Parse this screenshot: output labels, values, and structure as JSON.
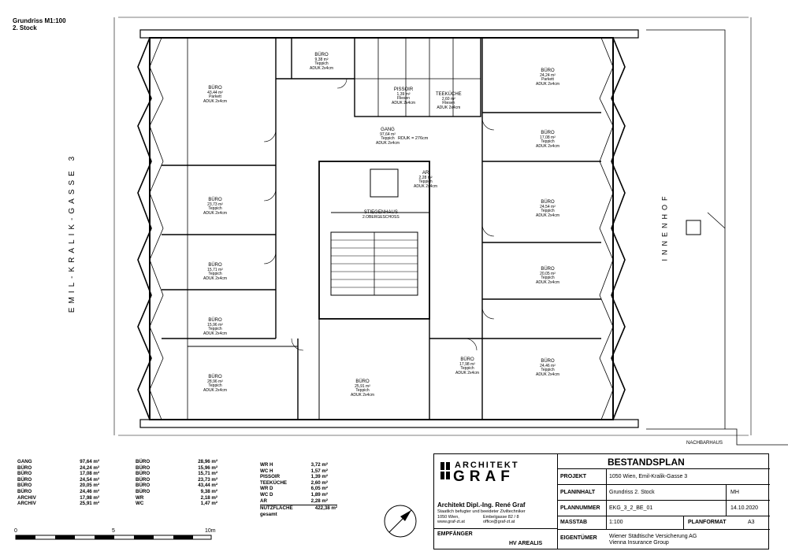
{
  "header": {
    "line1": "Grundriss M1:100",
    "line2": "2. Stock"
  },
  "street_label": "EMIL-KRALIK-GASSE 3",
  "courtyard_label": "INNENHOF",
  "neighbor_label": "NACHBARHAUS",
  "rooms": [
    {
      "name": "BÜRO",
      "area": "43,44 m²",
      "floor": "Parkett",
      "height": "ADUK 2x4cm"
    },
    {
      "name": "BÜRO",
      "area": "23,73 m²",
      "floor": "Teppich",
      "height": "ADUK 2x4cm"
    },
    {
      "name": "BÜRO",
      "area": "15,71 m²",
      "floor": "Teppich",
      "height": "ADUK 2x4cm"
    },
    {
      "name": "BÜRO",
      "area": "15,96 m²",
      "floor": "Teppich",
      "height": "ADUK 2x4cm"
    },
    {
      "name": "BÜRO",
      "area": "28,96 m²",
      "floor": "Teppich",
      "height": "ADUK 2x4cm"
    },
    {
      "name": "BÜRO",
      "area": "9,38 m²",
      "floor": "Teppich",
      "height": "ADUK 2x4cm"
    },
    {
      "name": "GANG",
      "area": "97,64 m²",
      "floor": "Teppich",
      "height": "ADUK 2x4cm"
    },
    {
      "name": "BÜRO",
      "area": "25,91 m²",
      "floor": "Teppich",
      "height": "ADUK 2x4cm"
    },
    {
      "name": "BÜRO",
      "area": "17,98 m²",
      "floor": "Teppich",
      "height": "ADUK 2x4cm"
    },
    {
      "name": "BÜRO",
      "area": "24,24 m²",
      "floor": "Parkett",
      "height": "ADUK 2x4cm"
    },
    {
      "name": "BÜRO",
      "area": "17,08 m²",
      "floor": "Teppich",
      "height": "ADUK 2x4cm"
    },
    {
      "name": "BÜRO",
      "area": "24,54 m²",
      "floor": "Teppich",
      "height": "ADUK 2x4cm"
    },
    {
      "name": "BÜRO",
      "area": "20,05 m²",
      "floor": "Teppich",
      "height": "ADUK 2x4cm"
    },
    {
      "name": "BÜRO",
      "area": "24,46 m²",
      "floor": "Teppich",
      "height": "ADUK 2x4cm"
    },
    {
      "name": "STIEGENHAUS",
      "area": "2.OBERGESCHOSS",
      "floor": "",
      "height": ""
    },
    {
      "name": "TEEKÜCHE",
      "area": "2,60 m²",
      "floor": "Fliesen",
      "height": "ADUK 2x4cm"
    },
    {
      "name": "PISSOIR",
      "area": "1,39 m²",
      "floor": "Fliesen",
      "height": "ADUK 2x4cm"
    },
    {
      "name": "AR",
      "area": "2,28 m²",
      "floor": "Teppich",
      "height": "ADUK 2x4cm"
    }
  ],
  "rduk_note": "RDUK = 276cm",
  "area_table_left": [
    {
      "name": "GANG",
      "area": "97,64 m²"
    },
    {
      "name": "BÜRO",
      "area": "24,24 m²"
    },
    {
      "name": "BÜRO",
      "area": "17,08 m²"
    },
    {
      "name": "BÜRO",
      "area": "24,54 m²"
    },
    {
      "name": "BÜRO",
      "area": "20,05 m²"
    },
    {
      "name": "BÜRO",
      "area": "24,46 m²"
    },
    {
      "name": "ARCHIV",
      "area": "17,98 m²"
    },
    {
      "name": "ARCHIV",
      "area": "25,91 m²"
    }
  ],
  "area_table_mid": [
    {
      "name": "BÜRO",
      "area": "28,96 m²"
    },
    {
      "name": "BÜRO",
      "area": "15,96 m²"
    },
    {
      "name": "BÜRO",
      "area": "15,71 m²"
    },
    {
      "name": "BÜRO",
      "area": "23,73 m²"
    },
    {
      "name": "BÜRO",
      "area": "43,44 m²"
    },
    {
      "name": "BÜRO",
      "area": "9,38 m²"
    },
    {
      "name": "WR",
      "area": "2,18 m²"
    },
    {
      "name": "WC",
      "area": "1,47 m²"
    }
  ],
  "area_table_right": [
    {
      "name": "WR H",
      "area": "3,72 m²"
    },
    {
      "name": "WC H",
      "area": "1,57 m²"
    },
    {
      "name": "PISSOIR",
      "area": "1,39 m²"
    },
    {
      "name": "TEEKÜCHE",
      "area": "2,60 m²"
    },
    {
      "name": "WR D",
      "area": "6,05 m²"
    },
    {
      "name": "WC D",
      "area": "1,89 m²"
    },
    {
      "name": "AR",
      "area": "2,28 m²"
    }
  ],
  "total_label": "NUTZFLÄCHE gesamt",
  "total_value": "422,38 m²",
  "scale": {
    "t0": "0",
    "t5": "5",
    "t10": "10m"
  },
  "titleblock": {
    "logo_top": "ARCHITEKT",
    "logo_bottom": "GRAF",
    "architect": "Architekt Dipl.-Ing. René Graf",
    "cert": "Staatlich befugter und beeideter Ziviltechniker",
    "city": "1050 Wien,",
    "street": "Embelgasse 82 / 8",
    "web": "www.graf-zt.at",
    "mail": "office@graf-zt.at",
    "title": "BESTANDSPLAN",
    "projekt_label": "PROJEKT",
    "projekt_value": "1050 Wien, Emil-Kralik-Gasse 3",
    "planinhalt_label": "PLANINHALT",
    "planinhalt_value": "Grundriss 2. Stock",
    "planinhalt_initials": "MH",
    "plannummer_label": "PLANNUMMER",
    "plannummer_value": "EKG_3_2_BE_01",
    "date": "14.10.2020",
    "masstab_label": "MASSTAB",
    "masstab_value": "1:100",
    "planformat_label": "PLANFORMAT",
    "planformat_value": "A3",
    "empfaenger_label": "EMPFÄNGER",
    "empfaenger_value": "HV AREALIS",
    "eigentuemer_label": "EIGENTÜMER",
    "eigentuemer_value1": "Wiener Städtische Versicherung AG",
    "eigentuemer_value2": "Vienna Insurance Group"
  }
}
